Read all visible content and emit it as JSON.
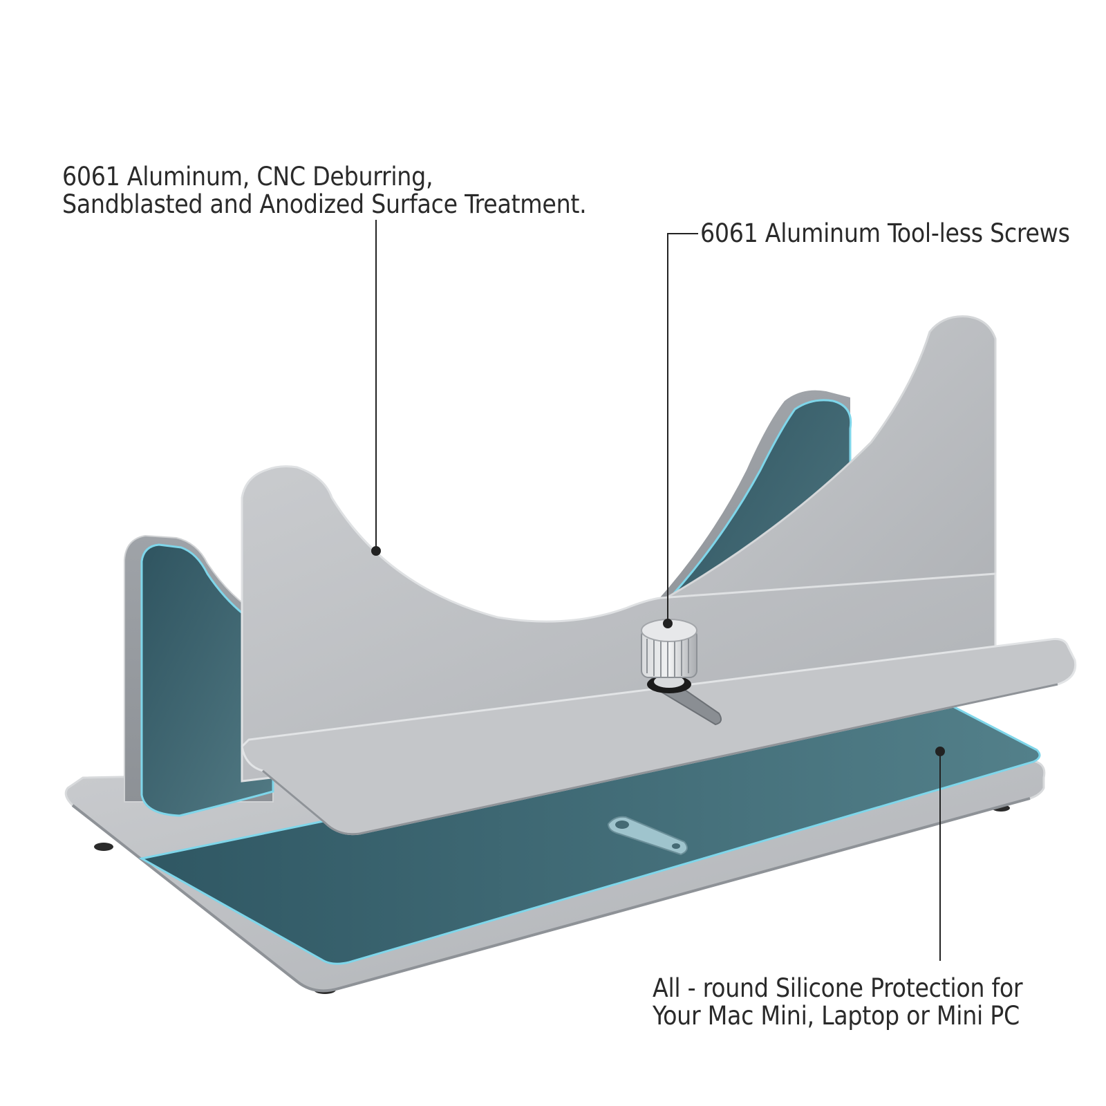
{
  "callouts": {
    "aluminum": {
      "line1": "6061 Aluminum, CNC Deburring,",
      "line2": "Sandblasted and Anodized Surface Treatment."
    },
    "screws": {
      "line1": "6061 Aluminum Tool-less Screws"
    },
    "silicone": {
      "line1": "All - round Silicone Protection for",
      "line2": "Your Mac Mini, Laptop or Mini PC"
    }
  },
  "colors": {
    "aluminum": "#b9bbbe",
    "silicone": "#3f6b76",
    "silicone_edge": "#7fd6ea",
    "leader_line": "#222222",
    "text": "#2a2a2a"
  }
}
